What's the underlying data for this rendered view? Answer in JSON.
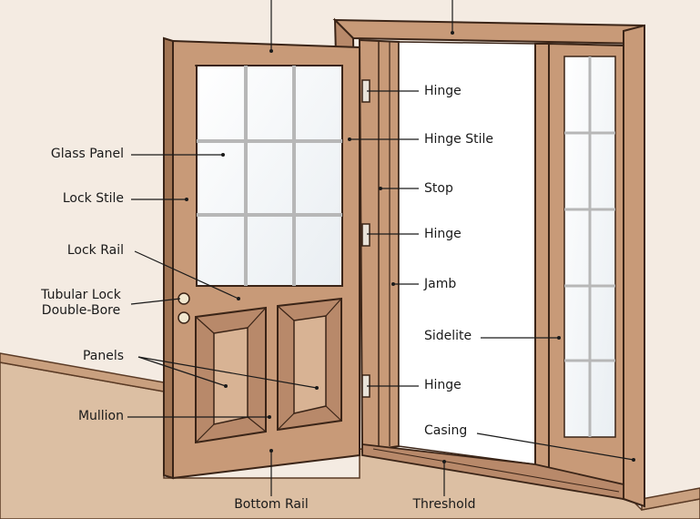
{
  "labels": {
    "glass_panel": "Glass Panel",
    "lock_stile": "Lock Stile",
    "lock_rail": "Lock Rail",
    "tubular_lock": "Tubular Lock",
    "double_bore": "Double-Bore",
    "panels": "Panels",
    "mullion": "Mullion",
    "bottom_rail": "Bottom Rail",
    "hinge_1": "Hinge",
    "hinge_stile": "Hinge Stile",
    "stop": "Stop",
    "hinge_2": "Hinge",
    "jamb": "Jamb",
    "sidelite": "Sidelite",
    "hinge_3": "Hinge",
    "casing": "Casing",
    "threshold": "Threshold"
  },
  "colors": {
    "background": "#f4ebe2",
    "wood": "#c89a78",
    "wood_light": "#d8b394",
    "wood_dark": "#a27554",
    "glass": "#ffffff",
    "outline": "#3a2417",
    "floor": "#d9b89a",
    "wall": "#f4ebe2"
  }
}
